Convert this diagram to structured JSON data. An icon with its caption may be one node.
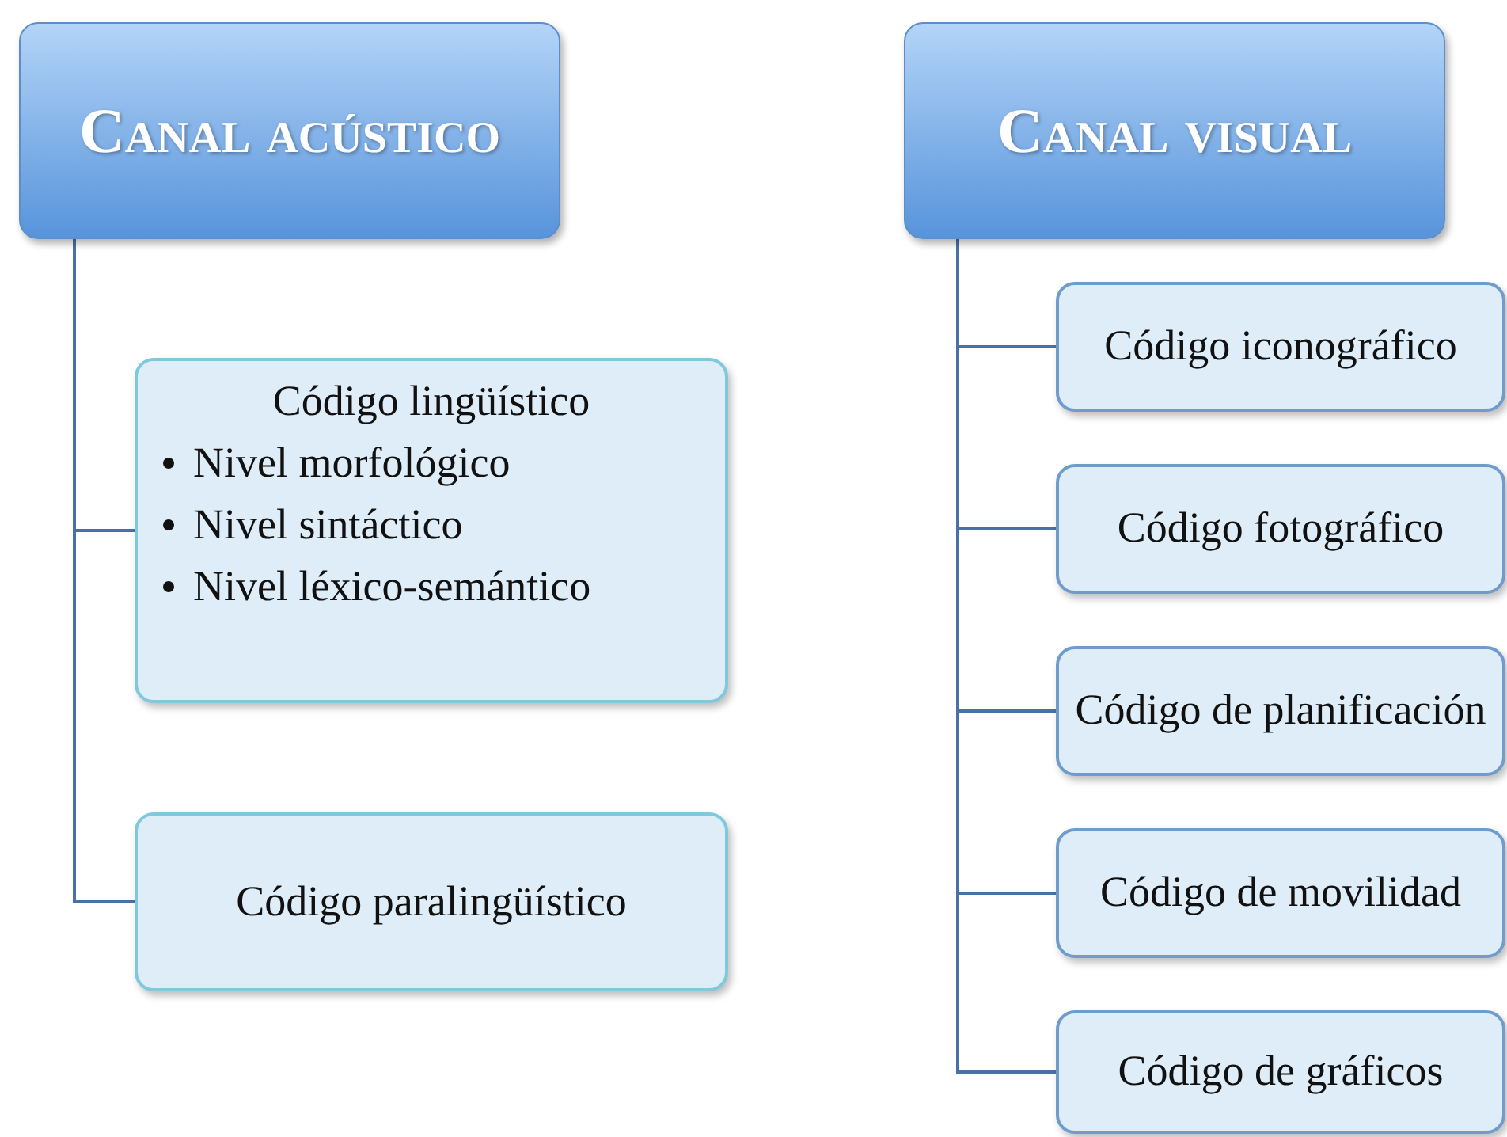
{
  "diagram": {
    "nodes": [
      {
        "text": [
          "Canal acústico"
        ]
      },
      {
        "text": [
          "Código lingüístico",
          "Nivel morfológico",
          "Nivel sintáctico",
          "Nivel léxico-semántico"
        ]
      },
      {
        "text": [
          "Código paralingüístico"
        ]
      },
      {
        "text": [
          "Canal visual"
        ]
      },
      {
        "text": [
          "Código iconográfico"
        ]
      },
      {
        "text": [
          "Código fotográfico"
        ]
      },
      {
        "text": [
          "Código de planificación"
        ]
      },
      {
        "text": [
          "Código de movilidad"
        ]
      },
      {
        "text": [
          "Código de gráficos"
        ]
      }
    ],
    "edges": [
      {
        "from": 0,
        "to": 1,
        "arrow": "none"
      },
      {
        "from": 0,
        "to": 2,
        "arrow": "none"
      },
      {
        "from": 3,
        "to": 4,
        "arrow": "none"
      },
      {
        "from": 3,
        "to": 5,
        "arrow": "none"
      },
      {
        "from": 3,
        "to": 6,
        "arrow": "none"
      },
      {
        "from": 3,
        "to": 7,
        "arrow": "none"
      },
      {
        "from": 3,
        "to": 8,
        "arrow": "none"
      }
    ]
  }
}
